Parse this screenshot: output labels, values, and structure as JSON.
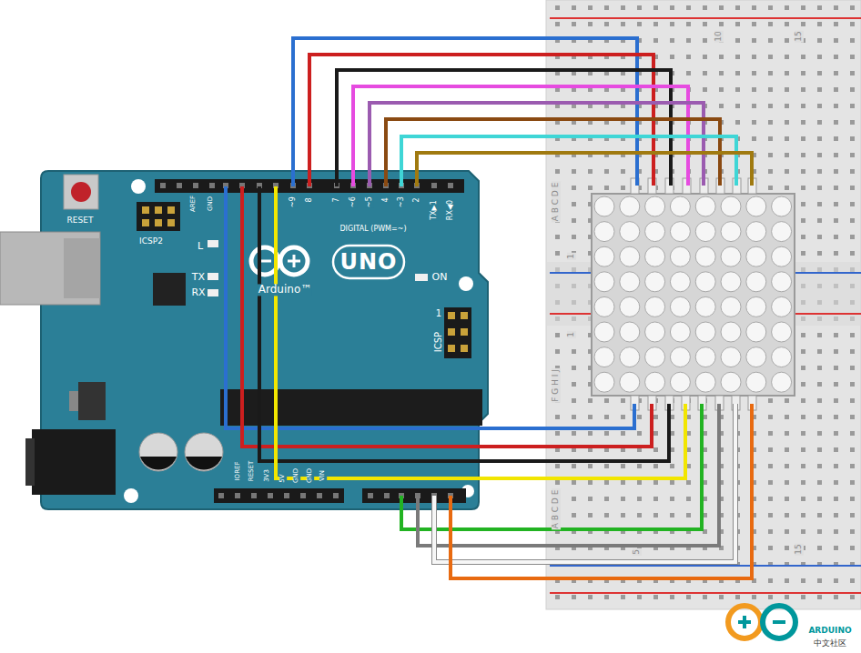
{
  "diagram": {
    "labels": [
      "RESET",
      "ICSP2",
      "AREF",
      "GND",
      "~9",
      "8",
      "7",
      "~6",
      "~5",
      "4",
      "~3",
      "2",
      "TX▶1",
      "RX◀0",
      "DIGITAL (PWM=~)",
      "L",
      "TX",
      "RX",
      "UNO",
      "Arduino™",
      "ON",
      "1",
      "ICSP",
      "IOREF",
      "RESET",
      "3V3",
      "5V",
      "GND",
      "GND",
      "VIN",
      "10",
      "15",
      "A B C D E",
      "1",
      "1",
      "F G H I J",
      "A B C D E",
      "5",
      "15",
      "ARDUINO",
      "中文社区"
    ]
  }
}
